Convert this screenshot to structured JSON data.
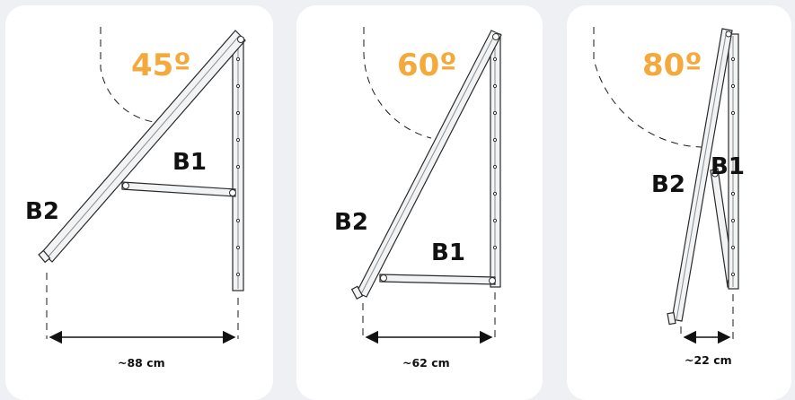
{
  "panels": [
    {
      "angle": "45º",
      "label_b1": "B1",
      "label_b2": "B2",
      "width": "~88 cm"
    },
    {
      "angle": "60º",
      "label_b1": "B1",
      "label_b2": "B2",
      "width": "~62 cm"
    },
    {
      "angle": "80º",
      "label_b1": "B1",
      "label_b2": "B2",
      "width": "~22 cm"
    }
  ],
  "colors": {
    "angle": "#f4a93c",
    "card": "#ffffff",
    "background": "#eef0f3"
  }
}
